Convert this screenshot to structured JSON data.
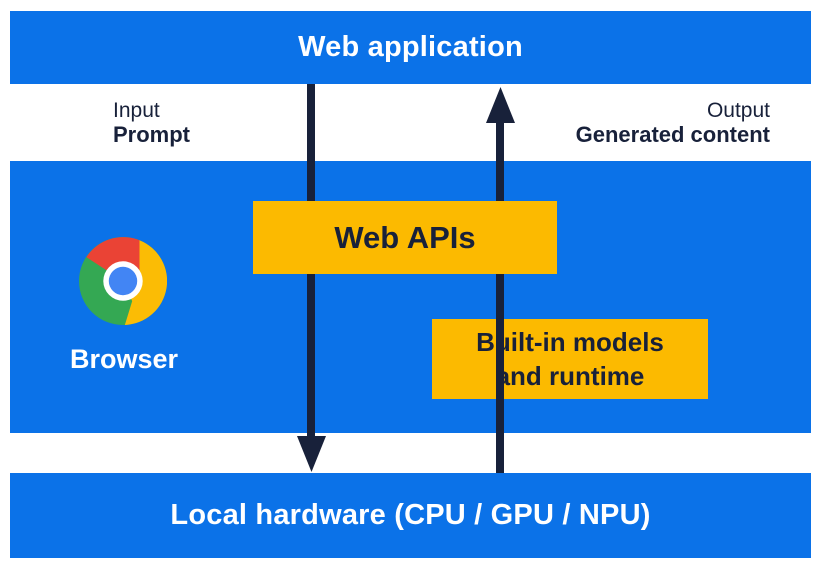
{
  "palette": {
    "background": "#ffffff",
    "band_blue": "#0b72e8",
    "box_yellow": "#fcba00",
    "text_dark_navy": "#18213a",
    "text_white": "#ffffff",
    "chrome_red": "#ea4335",
    "chrome_yellow": "#fbbc05",
    "chrome_green": "#34a853",
    "chrome_blue": "#4285f4"
  },
  "top_bar": {
    "label": "Web application"
  },
  "flow": {
    "input_caption": "Input",
    "input_value": "Prompt",
    "output_caption": "Output",
    "output_value": "Generated content"
  },
  "browser_layer": {
    "web_apis_label": "Web APIs",
    "builtin_line1": "Built-in models",
    "builtin_line2": "and runtime",
    "browser_label": "Browser"
  },
  "bottom_bar": {
    "label": "Local hardware (CPU / GPU / NPU)"
  }
}
